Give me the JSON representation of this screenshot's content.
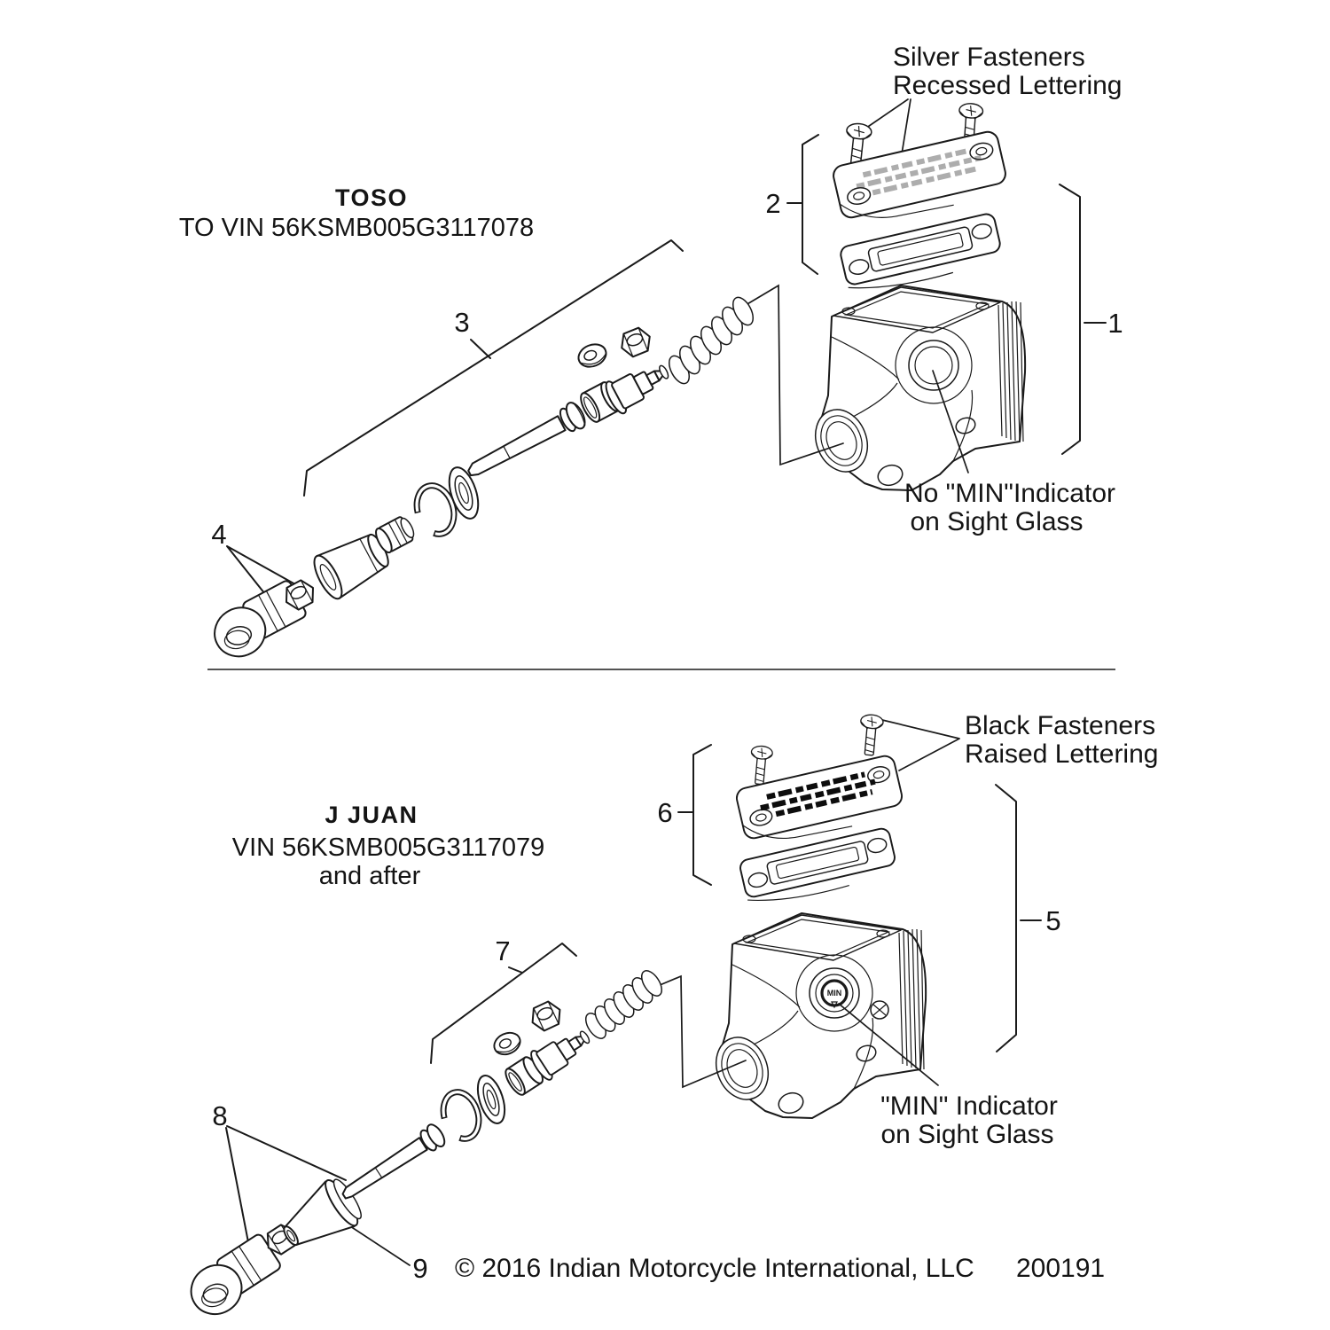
{
  "page": {
    "background": "#ffffff",
    "ink": "#1a1a1a"
  },
  "sections": {
    "toso": {
      "name": "TOSO",
      "vin_line": "TO VIN 56KSMB005G3117078",
      "fastener_note_line1": "Silver Fasteners",
      "fastener_note_line2": "Recessed Lettering",
      "sight_note_line1": "No \"MIN\"Indicator",
      "sight_note_line2": "on Sight Glass",
      "callouts": {
        "body": "1",
        "cover": "2",
        "piston": "3",
        "clevis": "4"
      }
    },
    "jjuan": {
      "name": "J JUAN",
      "vin_line": "VIN 56KSMB005G3117079",
      "vin_line2": "and after",
      "fastener_note_line1": "Black Fasteners",
      "fastener_note_line2": "Raised Lettering",
      "sight_note_line1": "\"MIN\" Indicator",
      "sight_note_line2": "on Sight Glass",
      "sight_glass_marking": "MIN",
      "callouts": {
        "body": "5",
        "cover": "6",
        "piston": "7",
        "clevis": "8",
        "boot": "9"
      }
    },
    "footer": {
      "copyright": "© 2016 Indian Motorcycle International, LLC",
      "part_number": "200191"
    }
  }
}
